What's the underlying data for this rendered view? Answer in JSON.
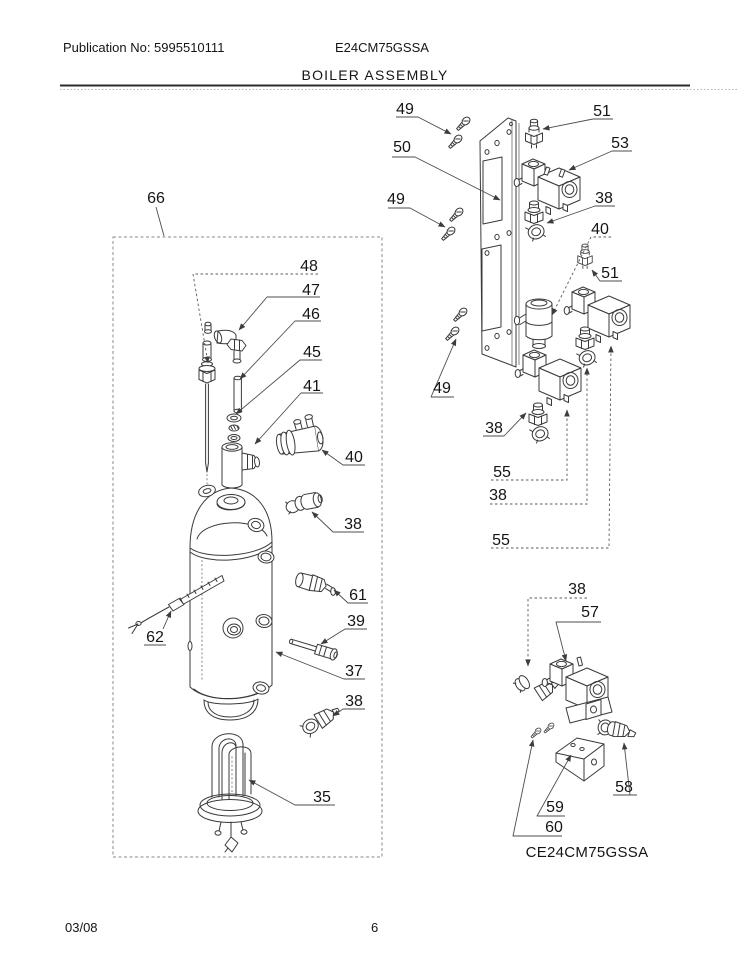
{
  "header": {
    "publication": "Publication No: 5995510111",
    "model": "E24CM75GSSA",
    "title": "BOILER ASSEMBLY"
  },
  "diagram": {
    "caption": "CE24CM75GSSA",
    "callouts": [
      {
        "label": "66"
      },
      {
        "label": "48"
      },
      {
        "label": "47"
      },
      {
        "label": "46"
      },
      {
        "label": "45"
      },
      {
        "label": "41"
      },
      {
        "label": "40"
      },
      {
        "label": "38"
      },
      {
        "label": "61"
      },
      {
        "label": "39"
      },
      {
        "label": "37"
      },
      {
        "label": "62"
      },
      {
        "label": "38"
      },
      {
        "label": "35"
      },
      {
        "label": "49"
      },
      {
        "label": "50"
      },
      {
        "label": "49"
      },
      {
        "label": "51"
      },
      {
        "label": "53"
      },
      {
        "label": "38"
      },
      {
        "label": "40"
      },
      {
        "label": "51"
      },
      {
        "label": "49"
      },
      {
        "label": "38"
      },
      {
        "label": "55"
      },
      {
        "label": "38"
      },
      {
        "label": "55"
      },
      {
        "label": "38"
      },
      {
        "label": "57"
      },
      {
        "label": "58"
      },
      {
        "label": "59"
      },
      {
        "label": "60"
      }
    ]
  },
  "footer": {
    "date": "03/08",
    "page": "6"
  },
  "colors": {
    "background": "#ffffff",
    "ink": "#151515",
    "line_art": "#3a3a3a",
    "leader": "#4d4d4d"
  }
}
